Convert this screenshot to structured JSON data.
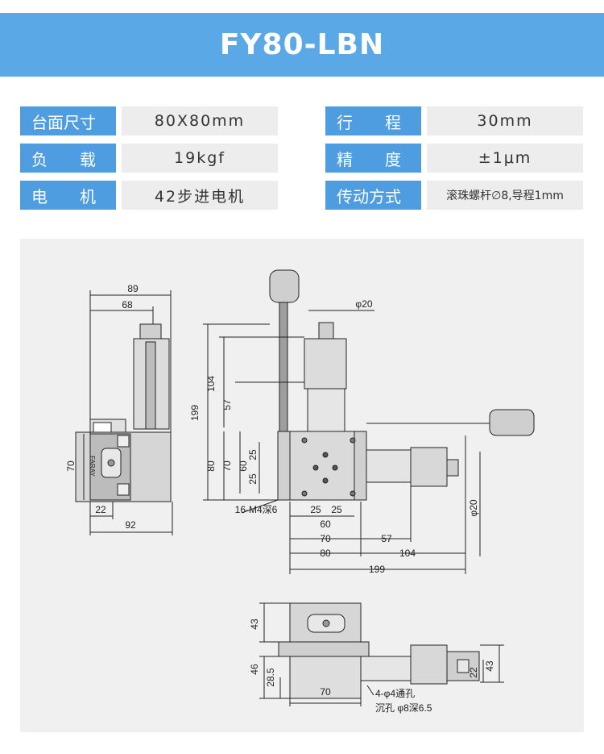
{
  "title": "FY80-LBN",
  "specs": [
    {
      "label": "台面尺寸",
      "value": "80X80mm"
    },
    {
      "label": "行　　程",
      "value": "30mm"
    },
    {
      "label": "负　　载",
      "value": "19kgf"
    },
    {
      "label": "精　　度",
      "value": "±1μm"
    },
    {
      "label": "电　　机",
      "value": "42步进电机"
    },
    {
      "label": "传动方式",
      "value": "滚珠螺杆∅8,导程1mm"
    }
  ],
  "drawing": {
    "brand": "FARAY",
    "side_view": {
      "dims": [
        "89",
        "68",
        "70",
        "22",
        "92"
      ]
    },
    "top_view": {
      "dims": [
        "φ20",
        "104",
        "57",
        "199",
        "80",
        "70",
        "60",
        "25",
        "25",
        "25",
        "25",
        "60",
        "70",
        "80",
        "57",
        "104",
        "199",
        "φ20"
      ],
      "callout": "16-M4深6"
    },
    "front_view": {
      "dims": [
        "43",
        "46",
        "28.5",
        "70",
        "43",
        "22"
      ],
      "callout_line1": "4-φ4通孔",
      "callout_line2": "沉孔 φ8深6.5"
    }
  }
}
